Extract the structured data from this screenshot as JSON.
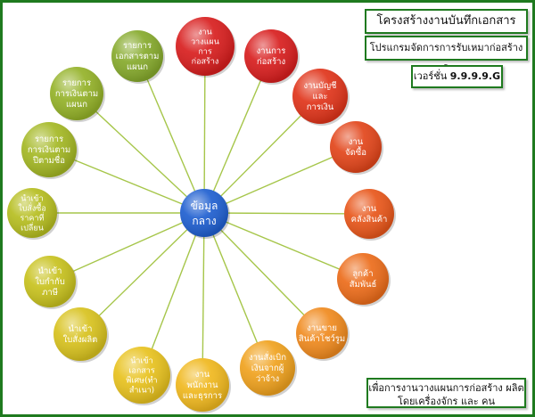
{
  "header": {
    "title": "โครงสร้างงานบันทึกเอกสารพิเศษ",
    "subtitle": "โปรแกรมจัดการการรับเหมาก่อสร้าง ผลิต",
    "version_label": "เวอร์ชั่น",
    "version_number": "9.9.9.9.G"
  },
  "footer_note": {
    "line1": "เพื่อการงานวางแผนการก่อสร้าง ผลิต",
    "line2": "โดยเครื่องจักร และ คน"
  },
  "center": {
    "lines": [
      "ข้อมูล",
      "กลาง"
    ],
    "color": "#1f5fd0"
  },
  "nodes": [
    {
      "id": "planning",
      "lines": [
        "งาน",
        "วางแผน",
        "การ",
        "ก่อสร้าง"
      ],
      "color": "#d81e1e"
    },
    {
      "id": "construction",
      "lines": [
        "งานการ",
        "ก่อสร้าง"
      ],
      "color": "#d81e1e"
    },
    {
      "id": "accounting",
      "lines": [
        "งานบัญชี",
        "และ",
        "การเงิน"
      ],
      "color": "#e0341a"
    },
    {
      "id": "purchasing",
      "lines": [
        "งาน",
        "จัดซื้อ"
      ],
      "color": "#e2451a"
    },
    {
      "id": "warehouse",
      "lines": [
        "งาน",
        "คลังสินค้า"
      ],
      "color": "#e8561a"
    },
    {
      "id": "customer",
      "lines": [
        "ลูกค้า",
        "สัมพันธ์"
      ],
      "color": "#ec6c1a"
    },
    {
      "id": "sales",
      "lines": [
        "งานขาย",
        "สินค้าโชว์รูม"
      ],
      "color": "#f08a1e"
    },
    {
      "id": "contractor",
      "lines": [
        "งานสั่งเบิก",
        "เงินจากผู้",
        "ว่าจ้าง"
      ],
      "color": "#f0a21e"
    },
    {
      "id": "hr",
      "lines": [
        "งาน",
        "พนักงาน",
        "และธุรการ"
      ],
      "color": "#f0b81e"
    },
    {
      "id": "special",
      "lines": [
        "นำเข้า",
        "เอกสาร",
        "พิเศษ(ทำ",
        "สำเนา)"
      ],
      "color": "#e8c21e"
    },
    {
      "id": "production",
      "lines": [
        "นำเข้า",
        "ใบสั่งผลิต"
      ],
      "color": "#d8c21e"
    },
    {
      "id": "tax",
      "lines": [
        "นำเข้า",
        "ใบกำกับ",
        "ภาษี"
      ],
      "color": "#c8c21e"
    },
    {
      "id": "price",
      "lines": [
        "นำเข้า",
        "ใบสั่งซื้อ",
        "ราคาที่",
        "เปลี่ยน"
      ],
      "color": "#b6be20"
    },
    {
      "id": "by-name",
      "lines": [
        "รายการ",
        "การเงินตาม",
        "ปีตามชื่อ"
      ],
      "color": "#a4b824"
    },
    {
      "id": "fin-dept",
      "lines": [
        "รายการ",
        "การเงินตาม",
        "แผนก"
      ],
      "color": "#94b228"
    },
    {
      "id": "doc-dept",
      "lines": [
        "รายการ",
        "เอกสารตาม",
        "แผนก"
      ],
      "color": "#86aa2c"
    }
  ]
}
